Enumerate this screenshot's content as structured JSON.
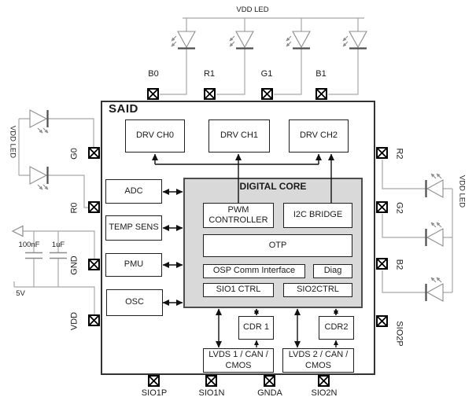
{
  "chip": {
    "title": "SAID"
  },
  "blocks": {
    "drv_ch0": "DRV CH0",
    "drv_ch1": "DRV CH1",
    "drv_ch2": "DRV CH2",
    "adc": "ADC",
    "temp_sens": "TEMP SENS",
    "pmu": "PMU",
    "osc": "OSC",
    "cdr1": "CDR 1",
    "cdr2": "CDR2",
    "lvds1": "LVDS 1 / CAN / CMOS",
    "lvds2": "LVDS 2 / CAN / CMOS"
  },
  "digital_core": {
    "title": "DIGITAL CORE",
    "pwm_controller": "PWM CONTROLLER",
    "i2c_bridge": "I2C BRIDGE",
    "otp": "OTP",
    "osp_comm_interface": "OSP Comm Interface",
    "diag": "Diag",
    "sio1_ctrl": "SIO1 CTRL",
    "sio2_ctrl": "SIO2CTRL"
  },
  "pins": {
    "top": [
      "B0",
      "R1",
      "G1",
      "B1"
    ],
    "left": [
      "G0",
      "R0",
      "GND",
      "VDD"
    ],
    "right": [
      "R2",
      "G2",
      "B2",
      "SIO2P"
    ],
    "bottom": [
      "SIO1P",
      "SIO1N",
      "GNDA",
      "SIO2N"
    ]
  },
  "nets": {
    "vdd_led_top": "VDD LED",
    "vdd_led_left": "VDD LED",
    "vdd_led_right": "VDD LED",
    "cap1": "100nF",
    "cap2": "1uF",
    "supply": "5V"
  },
  "colors": {
    "core_fill": "#d9d9d9",
    "wire_gray": "#a8a8a8",
    "line_black": "#111111"
  }
}
